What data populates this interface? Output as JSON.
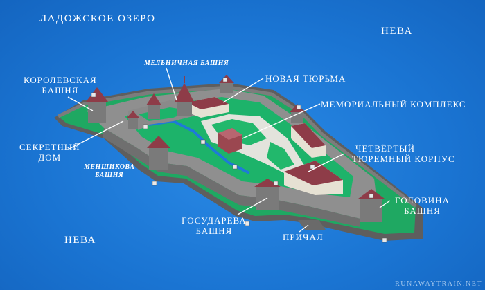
{
  "water": {
    "lake": "ЛАДОЖСКОЕ ОЗЕРО",
    "neva_top": "НЕВА",
    "neva_bottom": "НЕВА"
  },
  "labels": {
    "korolevskaya": [
      "КОРОЛЕВСКАЯ",
      "БАШНЯ"
    ],
    "melnichnaya": "МЕЛЬНИЧНАЯ БАШНЯ",
    "novaya_tyurma": "НОВАЯ ТЮРЬМА",
    "memorial": "МЕМОРИАЛЬНЫЙ КОМПЛЕКС",
    "chetvertyi": [
      "ЧЕТВЁРТЫЙ",
      "ТЮРЕМНЫЙ КОРПУС"
    ],
    "sekretnyi": [
      "СЕКРЕТНЫЙ",
      "ДОМ"
    ],
    "menshikova": [
      "МЕНШИКОВА",
      "БАШНЯ"
    ],
    "golovina": [
      "ГОЛОВИНА",
      "БАШНЯ"
    ],
    "gosudareva": [
      "ГОСУДАРЕВА",
      "БАШНЯ"
    ],
    "prichal": "ПРИЧАЛ"
  },
  "credit": "RUNAWAYTRAIN.NET",
  "colors": {
    "water": "#1877d6",
    "wall": "#8f8f8f",
    "courtyard": "#19b36a",
    "roof": "#8e3c48",
    "leader": "#ffffff"
  }
}
